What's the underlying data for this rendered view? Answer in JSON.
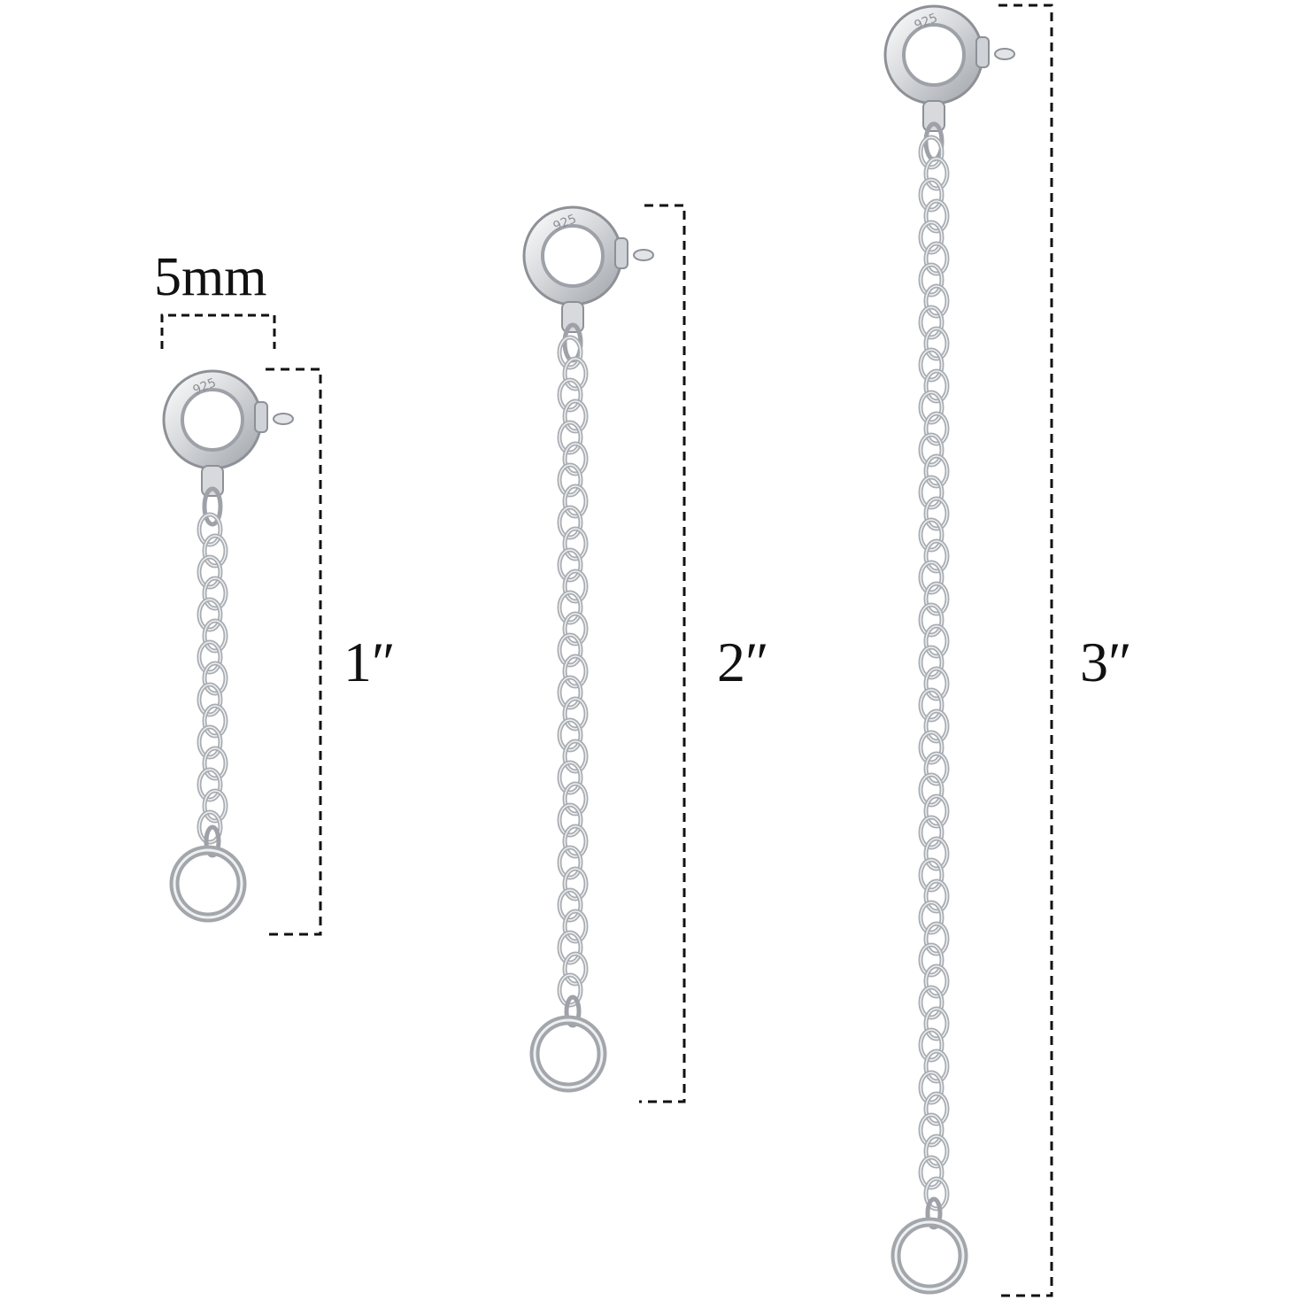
{
  "product": {
    "width_label": "5mm",
    "extenders": [
      {
        "length_label": "1″",
        "hallmark": "925"
      },
      {
        "length_label": "2″",
        "hallmark": "925"
      },
      {
        "length_label": "3″",
        "hallmark": "925"
      }
    ]
  },
  "colors": {
    "background": "#ffffff",
    "silver": "#b9bcc1",
    "dimension_line": "#111111"
  }
}
